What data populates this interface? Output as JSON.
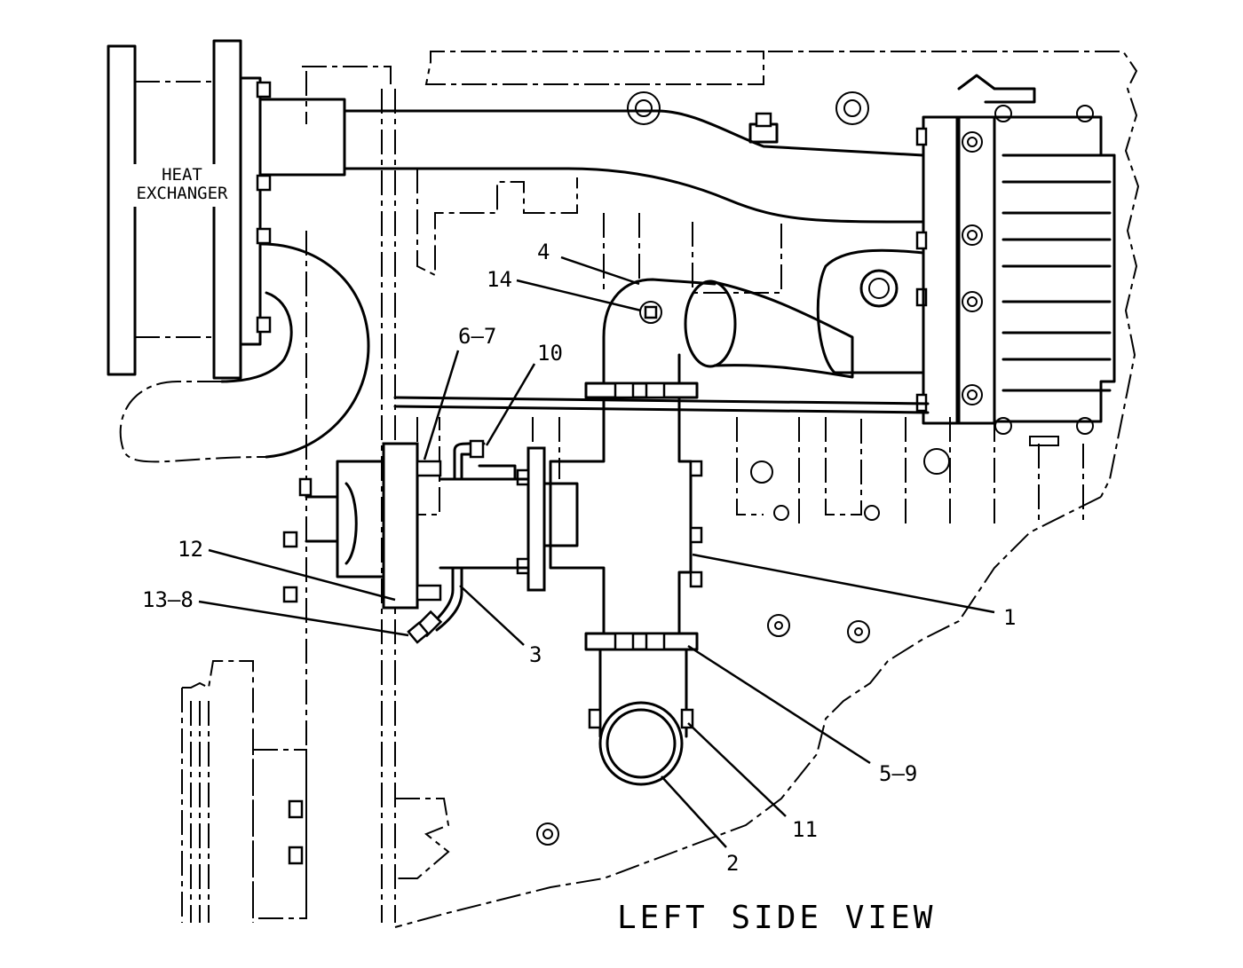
{
  "heat_exchanger": {
    "line1": "HEAT",
    "line2": "EXCHANGER"
  },
  "view_title": "LEFT SIDE VIEW",
  "callouts": {
    "c1": "1",
    "c2": "2",
    "c3": "3",
    "c4": "4",
    "c5_9": "5–9",
    "c6_7": "6–7",
    "c10": "10",
    "c11": "11",
    "c12": "12",
    "c13_8": "13–8",
    "c14": "14"
  }
}
